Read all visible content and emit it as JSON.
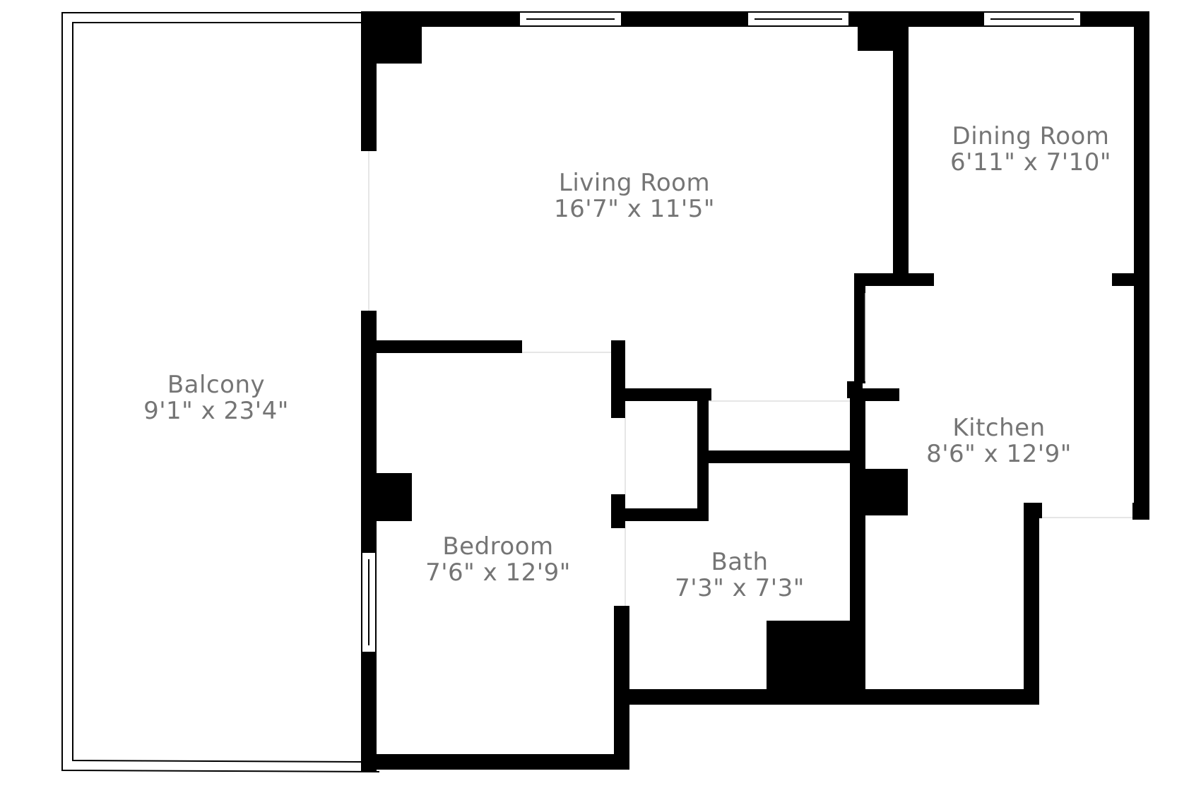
{
  "plan": {
    "wall_color": "#000000",
    "label_color": "#757575",
    "background_color": "#ffffff",
    "rooms": [
      {
        "id": "balcony",
        "name": "Balcony",
        "dims": "9'1\" x 23'4\""
      },
      {
        "id": "living",
        "name": "Living Room",
        "dims": "16'7\" x 11'5\""
      },
      {
        "id": "dining",
        "name": "Dining Room",
        "dims": "6'11\" x 7'10\""
      },
      {
        "id": "kitchen",
        "name": "Kitchen",
        "dims": "8'6\" x 12'9\""
      },
      {
        "id": "bedroom",
        "name": "Bedroom",
        "dims": "7'6\" x 12'9\""
      },
      {
        "id": "bath",
        "name": "Bath",
        "dims": "7'3\" x 7'3\""
      }
    ]
  }
}
